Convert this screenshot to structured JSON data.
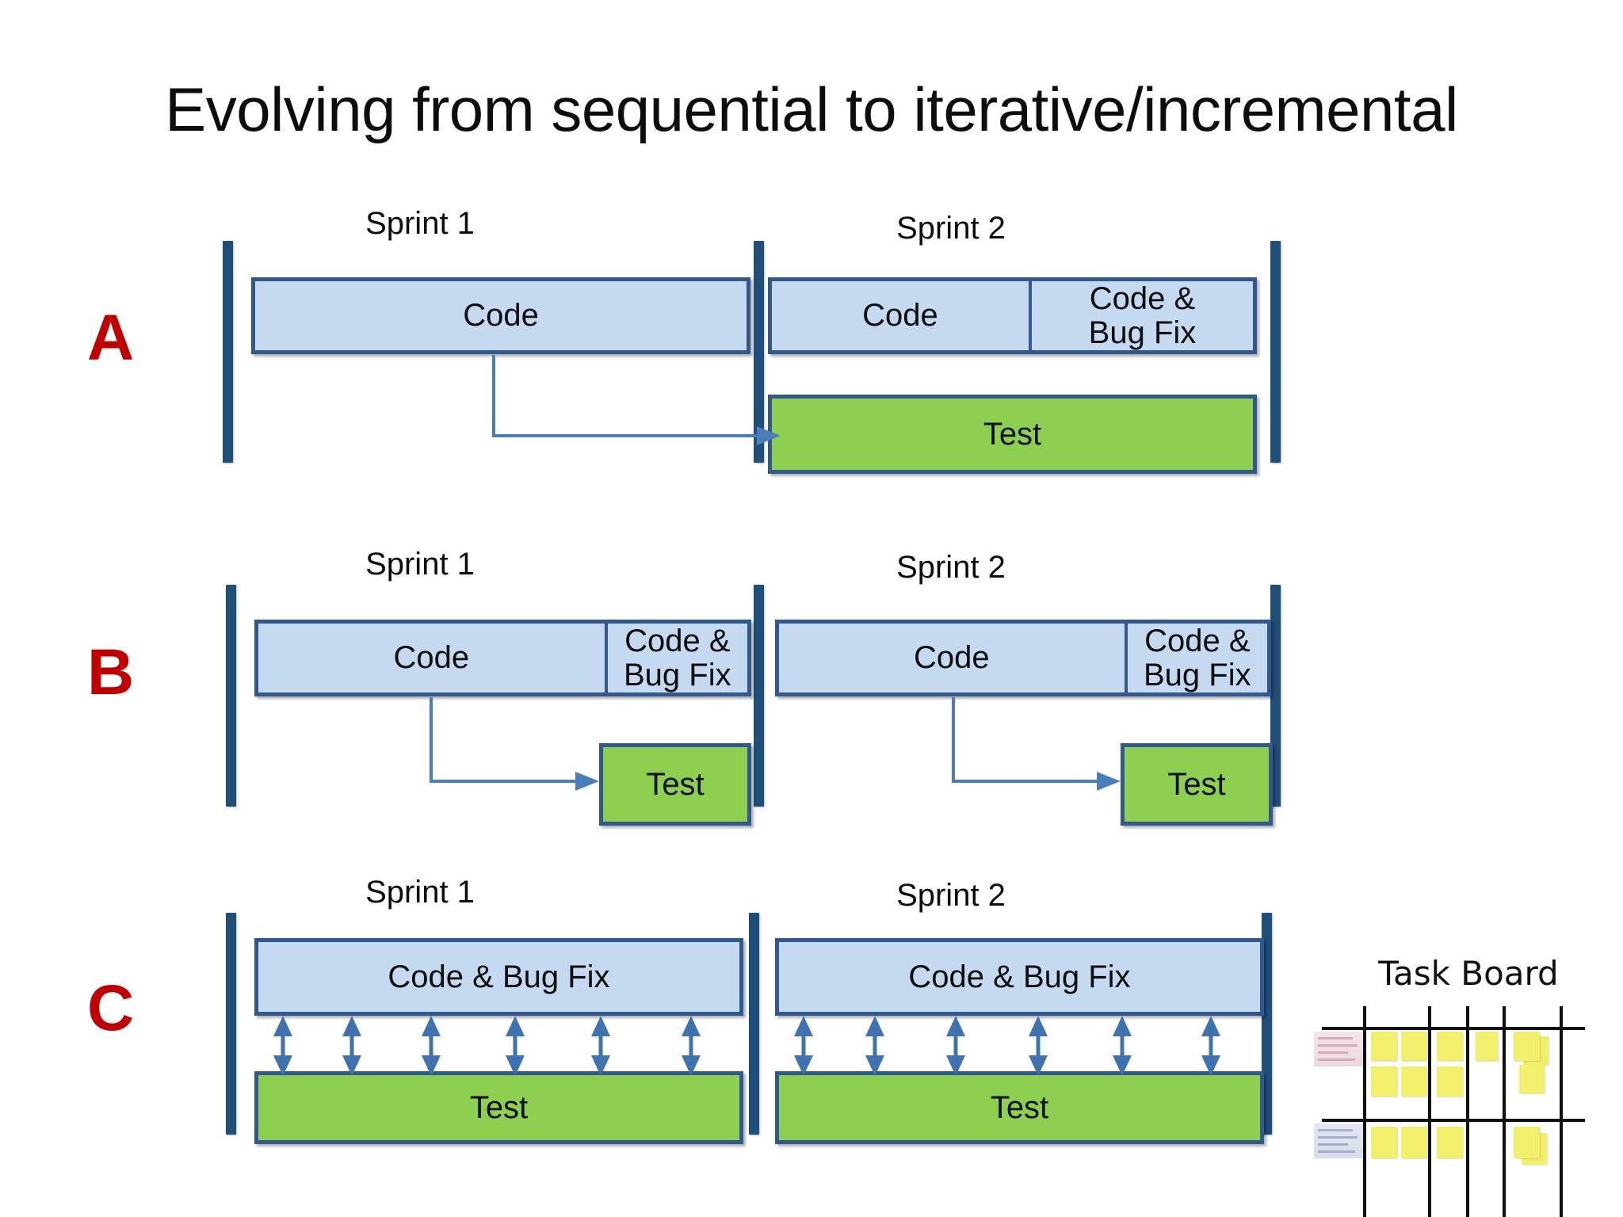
{
  "slide": {
    "title": "Evolving from sequential to iterative/incremental"
  },
  "colors": {
    "accent_red": "#C00000",
    "code_blue_fill": "#C5D9F1",
    "test_green_fill": "#8DD04F",
    "box_border": "#31598E",
    "sprint_bar": "#1F4E79",
    "arrow_blue": "#4A7EBB",
    "sticky_yellow": "#F2F06A"
  },
  "rows": [
    {
      "id": "A",
      "label": "A",
      "sprints": [
        {
          "heading": "Sprint 1",
          "code_cells": [
            {
              "label": "Code"
            }
          ],
          "test": null
        },
        {
          "heading": "Sprint 2",
          "code_cells": [
            {
              "label": "Code"
            },
            {
              "label": "Code &\nBug Fix"
            }
          ],
          "test": {
            "label": "Test"
          }
        }
      ],
      "arrows": [
        {
          "kind": "elbow",
          "from": "sprint-1-code",
          "to": "sprint-2-test"
        }
      ]
    },
    {
      "id": "B",
      "label": "B",
      "sprints": [
        {
          "heading": "Sprint 1",
          "code_cells": [
            {
              "label": "Code"
            },
            {
              "label": "Code &\nBug Fix"
            }
          ],
          "test": {
            "label": "Test"
          }
        },
        {
          "heading": "Sprint 2",
          "code_cells": [
            {
              "label": "Code"
            },
            {
              "label": "Code &\nBug Fix"
            }
          ],
          "test": {
            "label": "Test"
          }
        }
      ],
      "arrows": [
        {
          "kind": "elbow",
          "from": "sprint-1-code",
          "to": "sprint-1-test"
        },
        {
          "kind": "elbow",
          "from": "sprint-2-code",
          "to": "sprint-2-test"
        }
      ]
    },
    {
      "id": "C",
      "label": "C",
      "sprints": [
        {
          "heading": "Sprint 1",
          "code_cells": [
            {
              "label": "Code & Bug Fix"
            }
          ],
          "test": {
            "label": "Test"
          }
        },
        {
          "heading": "Sprint 2",
          "code_cells": [
            {
              "label": "Code & Bug Fix"
            }
          ],
          "test": {
            "label": "Test"
          }
        }
      ],
      "arrows_per_sprint": 6,
      "arrow_kind": "double-headed-vertical"
    }
  ],
  "labels": {
    "row_a": "A",
    "row_b": "B",
    "row_c": "C",
    "sprint1": "Sprint 1",
    "sprint2": "Sprint 2",
    "code": "Code",
    "code_line1": "Code &",
    "code_line2": "Bug Fix",
    "code_and_bug_fix": "Code & Bug Fix",
    "test": "Test"
  },
  "task_board": {
    "title": "Task Board",
    "columns": 4,
    "rows": 2,
    "sticky_note_count": 14
  }
}
